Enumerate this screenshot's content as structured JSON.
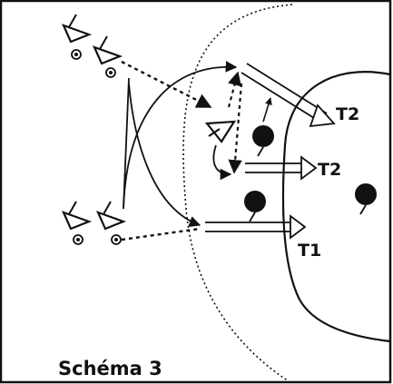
{
  "caption": "Schéma 3",
  "labels": {
    "t2_upper": "T2",
    "t2_middle": "T2",
    "t1": "T1"
  },
  "colors": {
    "ink": "#111111",
    "background": "#ffffff"
  },
  "symbols": {
    "attacker_marker": "cone-icon",
    "defender_marker": "disc-icon",
    "ball_marker": "ball-icon"
  }
}
